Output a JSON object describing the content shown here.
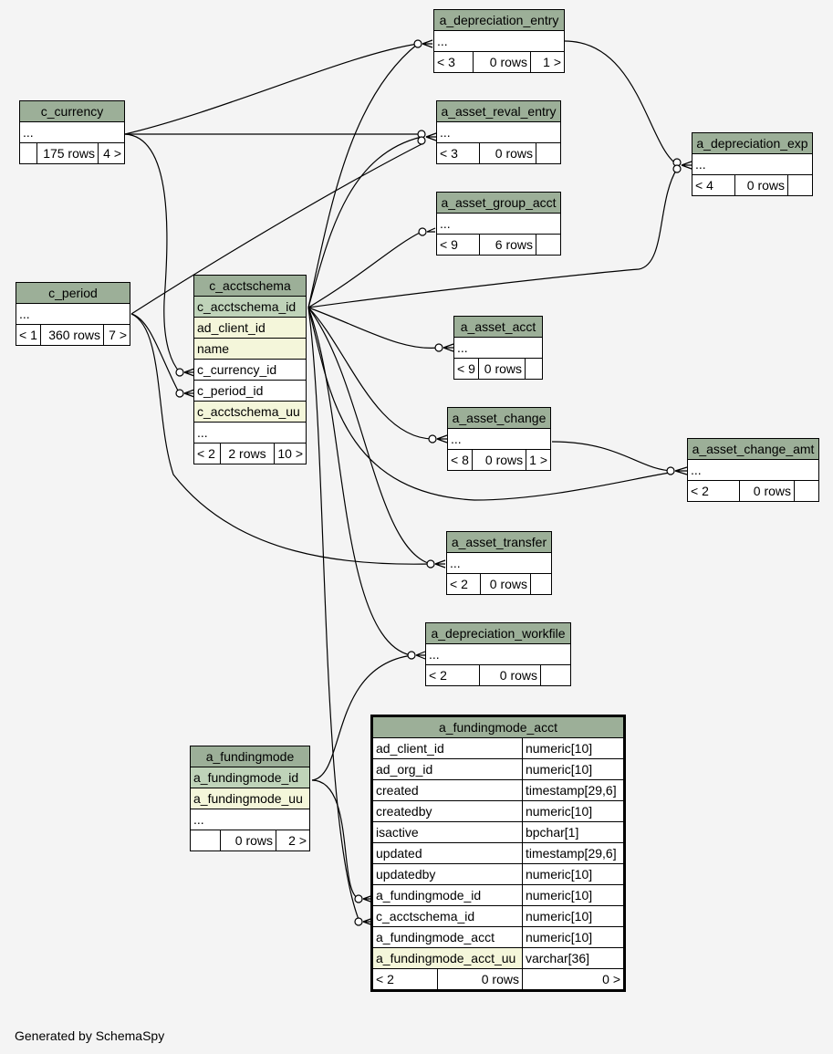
{
  "tables": {
    "a_depreciation_entry": {
      "name": "a_depreciation_entry",
      "cols": [
        "..."
      ],
      "parents": "< 3",
      "rows": "0 rows",
      "children": "1 >"
    },
    "c_currency": {
      "name": "c_currency",
      "cols": [
        "..."
      ],
      "parents": "",
      "rows": "175 rows",
      "children": "4 >"
    },
    "a_asset_reval_entry": {
      "name": "a_asset_reval_entry",
      "cols": [
        "..."
      ],
      "parents": "< 3",
      "rows": "0 rows",
      "children": ""
    },
    "a_depreciation_exp": {
      "name": "a_depreciation_exp",
      "cols": [
        "..."
      ],
      "parents": "< 4",
      "rows": "0 rows",
      "children": ""
    },
    "a_asset_group_acct": {
      "name": "a_asset_group_acct",
      "cols": [
        "..."
      ],
      "parents": "< 9",
      "rows": "6 rows",
      "children": ""
    },
    "c_period": {
      "name": "c_period",
      "cols": [
        "..."
      ],
      "parents": "< 1",
      "rows": "360 rows",
      "children": "7 >"
    },
    "c_acctschema": {
      "name": "c_acctschema",
      "cols": [
        "c_acctschema_id",
        "ad_client_id",
        "name",
        "c_currency_id",
        "c_period_id",
        "c_acctschema_uu",
        "..."
      ],
      "parents": "< 2",
      "rows": "2 rows",
      "children": "10 >"
    },
    "a_asset_acct": {
      "name": "a_asset_acct",
      "cols": [
        "..."
      ],
      "parents": "< 9",
      "rows": "0 rows",
      "children": ""
    },
    "a_asset_change": {
      "name": "a_asset_change",
      "cols": [
        "..."
      ],
      "parents": "< 8",
      "rows": "0 rows",
      "children": "1 >"
    },
    "a_asset_change_amt": {
      "name": "a_asset_change_amt",
      "cols": [
        "..."
      ],
      "parents": "< 2",
      "rows": "0 rows",
      "children": ""
    },
    "a_asset_transfer": {
      "name": "a_asset_transfer",
      "cols": [
        "..."
      ],
      "parents": "< 2",
      "rows": "0 rows",
      "children": ""
    },
    "a_depreciation_workfile": {
      "name": "a_depreciation_workfile",
      "cols": [
        "..."
      ],
      "parents": "< 2",
      "rows": "0 rows",
      "children": ""
    },
    "a_fundingmode": {
      "name": "a_fundingmode",
      "cols": [
        "a_fundingmode_id",
        "a_fundingmode_uu",
        "..."
      ],
      "parents": "",
      "rows": "0 rows",
      "children": "2 >"
    },
    "a_fundingmode_acct": {
      "name": "a_fundingmode_acct",
      "cols": [
        {
          "n": "ad_client_id",
          "t": "numeric[10]"
        },
        {
          "n": "ad_org_id",
          "t": "numeric[10]"
        },
        {
          "n": "created",
          "t": "timestamp[29,6]"
        },
        {
          "n": "createdby",
          "t": "numeric[10]"
        },
        {
          "n": "isactive",
          "t": "bpchar[1]"
        },
        {
          "n": "updated",
          "t": "timestamp[29,6]"
        },
        {
          "n": "updatedby",
          "t": "numeric[10]"
        },
        {
          "n": "a_fundingmode_id",
          "t": "numeric[10]"
        },
        {
          "n": "c_acctschema_id",
          "t": "numeric[10]"
        },
        {
          "n": "a_fundingmode_acct",
          "t": "numeric[10]"
        },
        {
          "n": "a_fundingmode_acct_uu",
          "t": "varchar[36]"
        }
      ],
      "parents": "< 2",
      "rows": "0 rows",
      "children": "0 >"
    }
  },
  "footer": "Generated by SchemaSpy"
}
